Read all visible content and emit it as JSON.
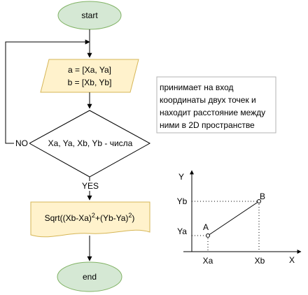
{
  "flowchart": {
    "start": {
      "text": "start"
    },
    "input": {
      "line1": "a = [Xa, Ya]",
      "line2": "b = [Xb, Yb]"
    },
    "decision": {
      "text": "Xa, Ya, Xb, Yb - числа",
      "no_label": "NO",
      "yes_label": "YES"
    },
    "formula": {
      "prefix": "Sqrt((Xb-Xa)",
      "sup1": "2",
      "mid": "+(Yb-Ya)",
      "sup2": "2",
      "suffix": ")"
    },
    "end": {
      "text": "end"
    }
  },
  "note": {
    "lines": [
      "принимает на вход",
      "координаты двух точек и",
      "находит расстояние между",
      "ними в 2D пространстве"
    ]
  },
  "coordinate_plot": {
    "axis_x": "X",
    "axis_y": "Y",
    "point_a": "A",
    "point_b": "B",
    "tick_xa": "Xa",
    "tick_xb": "Xb",
    "tick_ya": "Ya",
    "tick_yb": "Yb"
  },
  "colors": {
    "terminal_fill": "#d5e8d4",
    "terminal_stroke": "#82b366",
    "io_fill": "#fff2cc",
    "io_stroke": "#d6b656",
    "line": "#000000",
    "note_border": "#b3b3b3"
  }
}
